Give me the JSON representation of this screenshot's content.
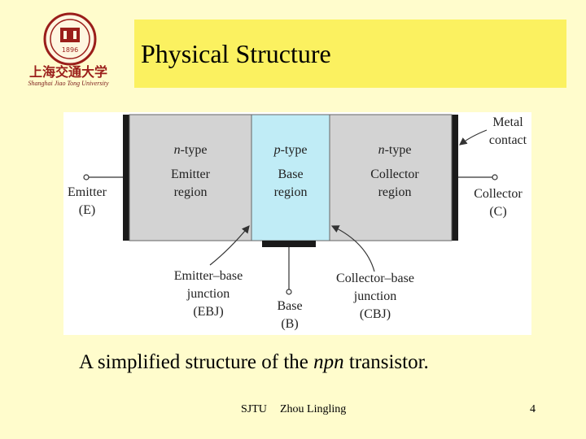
{
  "logo": {
    "caption": "Shanghai Jiao Tong University",
    "seal_text": "1896",
    "chinese_name": "上海交通大学"
  },
  "slide": {
    "title": "Physical Structure"
  },
  "diagram": {
    "regions": [
      {
        "type_prefix": "n",
        "type_suffix": "-type",
        "name_line1": "Emitter",
        "name_line2": "region",
        "color": "#d3d3d3"
      },
      {
        "type_prefix": "p",
        "type_suffix": "-type",
        "name_line1": "Base",
        "name_line2": "region",
        "color": "#c0ecf6"
      },
      {
        "type_prefix": "n",
        "type_suffix": "-type",
        "name_line1": "Collector",
        "name_line2": "region",
        "color": "#d3d3d3"
      }
    ],
    "terminals": {
      "emitter": {
        "name": "Emitter",
        "symbol": "(E)"
      },
      "collector": {
        "name": "Collector",
        "symbol": "(C)"
      },
      "base": {
        "name": "Base",
        "symbol": "(B)"
      }
    },
    "metal_contact": {
      "line1": "Metal",
      "line2": "contact"
    },
    "junctions": {
      "ebj": {
        "line1": "Emitter–base",
        "line2": "junction",
        "line3": "(EBJ)"
      },
      "cbj": {
        "line1": "Collector–base",
        "line2": "junction",
        "line3": "(CBJ)"
      }
    }
  },
  "caption": {
    "prefix": "A simplified structure of the ",
    "emphasis": "npn",
    "suffix": " transistor."
  },
  "footer": {
    "org": "SJTU",
    "author": "Zhou Lingling",
    "page": "4"
  },
  "colors": {
    "background": "#fffccc",
    "title_bar": "#fbf160",
    "logo_red": "#9a1e1a"
  }
}
